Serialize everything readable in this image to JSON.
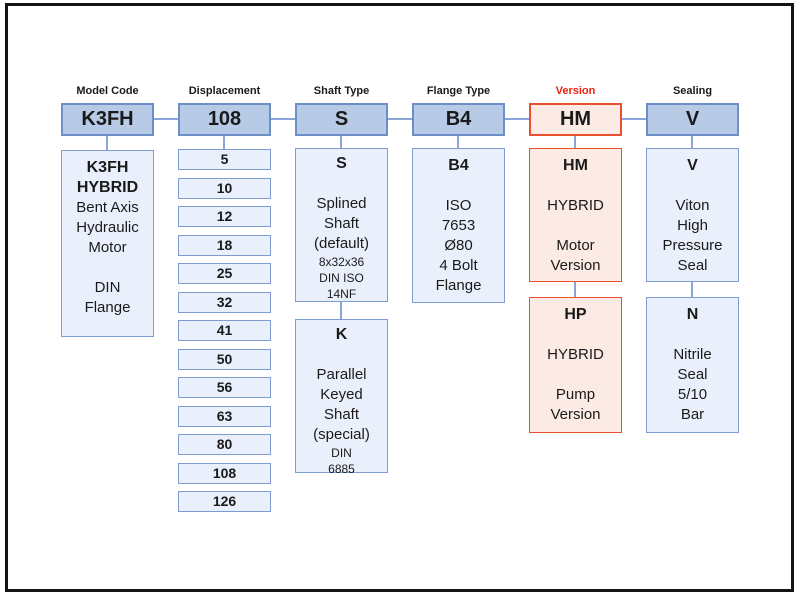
{
  "columns": [
    {
      "header": "Model Code",
      "code": "K3FH",
      "boxes": [
        {
          "lines": [
            "K3FH",
            "HYBRID",
            "Bent Axis",
            "Hydraulic",
            "Motor",
            "",
            "DIN",
            "Flange"
          ]
        }
      ]
    },
    {
      "header": "Displacement",
      "code": "108",
      "options": [
        "5",
        "10",
        "12",
        "18",
        "25",
        "32",
        "41",
        "50",
        "56",
        "63",
        "80",
        "108",
        "126"
      ]
    },
    {
      "header": "Shaft Type",
      "code": "S",
      "boxes": [
        {
          "lines": [
            "S",
            "",
            "Splined",
            "Shaft",
            "(default)",
            "8x32x36",
            "DIN ISO",
            "14NF"
          ]
        },
        {
          "lines": [
            "K",
            "",
            "Parallel",
            "Keyed",
            "Shaft",
            "(special)",
            "DIN",
            "6885"
          ]
        }
      ]
    },
    {
      "header": "Flange Type",
      "code": "B4",
      "boxes": [
        {
          "lines": [
            "B4",
            "",
            "ISO",
            "7653",
            "Ø80",
            "4 Bolt",
            "Flange"
          ]
        }
      ]
    },
    {
      "header": "Version",
      "code": "HM",
      "boxes": [
        {
          "lines": [
            "HM",
            "",
            "HYBRID",
            "",
            "Motor",
            "Version"
          ]
        },
        {
          "lines": [
            "HP",
            "",
            "HYBRID",
            "",
            "Pump",
            "Version"
          ]
        }
      ]
    },
    {
      "header": "Sealing",
      "code": "V",
      "boxes": [
        {
          "lines": [
            "V",
            "",
            "Viton",
            "High",
            "Pressure",
            "Seal"
          ]
        },
        {
          "lines": [
            "N",
            "",
            "Nitrile",
            "Seal",
            "5/10",
            "Bar"
          ]
        }
      ]
    }
  ],
  "colors": {
    "main_box_fill": "#b7cbe7",
    "main_box_border": "#6e8ec7",
    "detail_box_fill": "#eaf0fb",
    "detail_box_border": "#7e9bd2",
    "connector_line": "#8ba5d8",
    "version_border": "#e8502e",
    "version_fill": "#fcebe5",
    "version_header_text": "#ee2211",
    "frame": "#141414",
    "text": "#1a1a1a"
  }
}
